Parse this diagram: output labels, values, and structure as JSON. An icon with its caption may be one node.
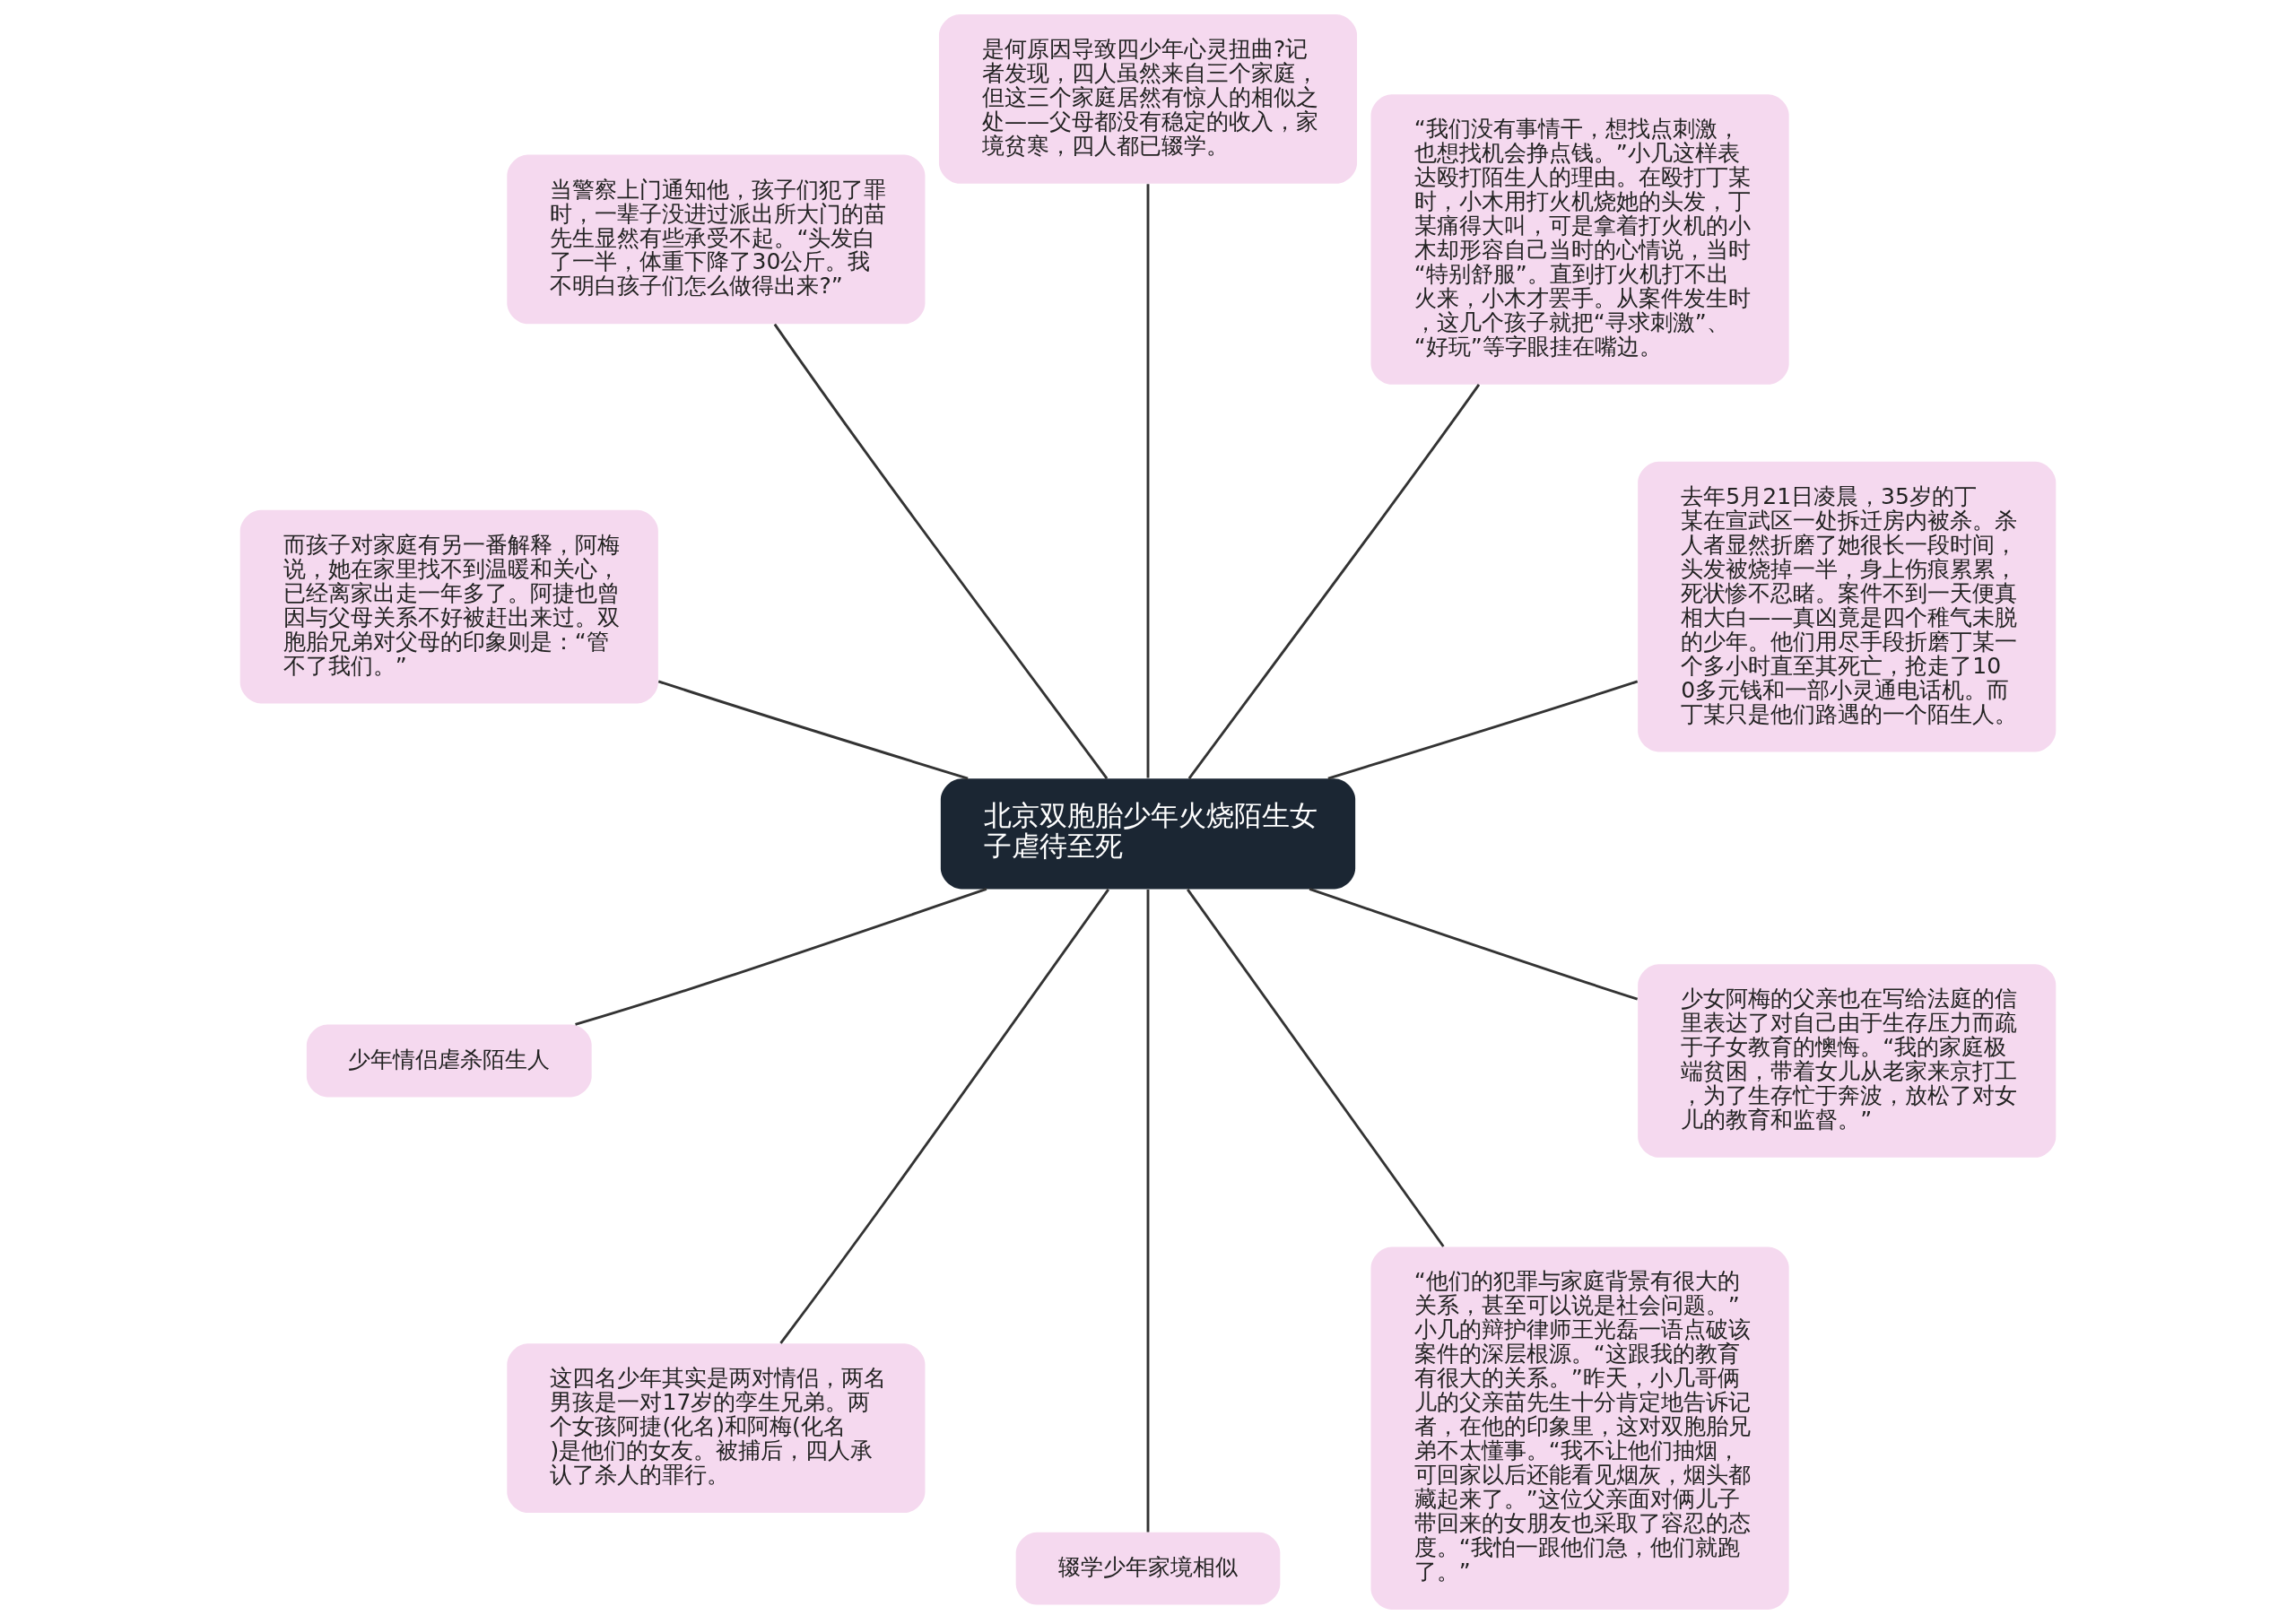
{
  "diagram": {
    "nodes": [
      {
        "text": [
          "北京双胞胎少年火烧陌生女子虐待至死"
        ]
      },
      {
        "text": [
          "去年5月21日凌晨，35岁的丁某在宣武区一处拆迁房内被杀。杀人者显然折磨了她很长一段时间，头发被烧掉一半，身上伤痕累累，死状惨不忍睹。案件不到一天便真相大白——真凶竟是四个稚气未脱的少年。他们用尽手段折磨丁某一个多小时直至其死亡，抢走了100多元钱和一部小灵通电话机。而丁某只是他们路遇的一个陌生人。"
        ]
      },
      {
        "text": [
          "“我们没有事情干，想找点刺激，也想找机会挣点钱。”小几这样表达殴打陌生人的理由。在殴打丁某时，小木用打火机烧她的头发，丁某痛得大叫，可是拿着打火机的小木却形容自己当时的心情说，当时“特别舒服”。直到打火机打不出火来，小木才罢手。从案件发生时，这几个孩子就把“寻求刺激”、“好玩”等字眼挂在嘴边。"
        ]
      },
      {
        "text": [
          "是何原因导致四少年心灵扭曲?记者发现，四人虽然来自三个家庭，但这三个家庭居然有惊人的相似之处——父母都没有稳定的收入，家境贫寒，四人都已辍学。"
        ]
      },
      {
        "text": [
          "当警察上门通知他，孩子们犯了罪时，一辈子没进过派出所大门的苗先生显然有些承受不起。“头发白了一半，体重下降了30公斤。我不明白孩子们怎么做得出来?”"
        ]
      },
      {
        "text": [
          "而孩子对家庭有另一番解释，阿梅说，她在家里找不到温暖和关心，已经离家出走一年多了。阿捷也曾因与父母关系不好被赶出来过。双胞胎兄弟对父母的印象则是：“管不了我们。”"
        ]
      },
      {
        "text": [
          "少年情侣虐杀陌生人"
        ]
      },
      {
        "text": [
          "这四名少年其实是两对情侣，两名男孩是一对17岁的孪生兄弟。两个女孩阿捷(化名)和阿梅(化名)是他们的女友。被捕后，四人承认了杀人的罪行。"
        ]
      },
      {
        "text": [
          "辍学少年家境相似"
        ]
      },
      {
        "text": [
          "“他们的犯罪与家庭背景有很大的关系，甚至可以说是社会问题。”小几的辩护律师王光磊一语点破该案件的深层根源。“这跟我的教育有很大的关系。”昨天，小几哥俩儿的父亲苗先生十分肯定地告诉记者，在他的印象里，这对双胞胎兄弟不太懂事。“我不让他们抽烟，可回家以后还能看见烟灰，烟头都藏起来了。”这位父亲面对俩儿子带回来的女朋友也采取了容忍的态度。“我怕一跟他们急，他们就跑了。”"
        ]
      },
      {
        "text": [
          "少女阿梅的父亲也在写给法庭的信里表达了对自己由于生存压力而疏于子女教育的懊悔。“我的家庭极端贫困，带着女儿从老家来京打工，为了生存忙于奔波，放松了对女儿的教育和监督。”"
        ]
      }
    ],
    "edges": [
      {
        "from": 0,
        "to": 1,
        "arrow": "none"
      },
      {
        "from": 0,
        "to": 2,
        "arrow": "none"
      },
      {
        "from": 0,
        "to": 3,
        "arrow": "none"
      },
      {
        "from": 0,
        "to": 4,
        "arrow": "none"
      },
      {
        "from": 0,
        "to": 5,
        "arrow": "none"
      },
      {
        "from": 0,
        "to": 6,
        "arrow": "none"
      },
      {
        "from": 0,
        "to": 7,
        "arrow": "none"
      },
      {
        "from": 0,
        "to": 8,
        "arrow": "none"
      },
      {
        "from": 0,
        "to": 9,
        "arrow": "none"
      },
      {
        "from": 0,
        "to": 10,
        "arrow": "none"
      }
    ]
  }
}
